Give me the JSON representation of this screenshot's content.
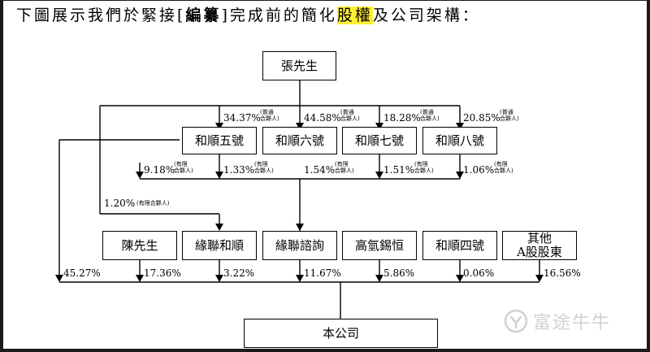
{
  "heading": {
    "part1": "下圖展示我們於緊接[",
    "part2": "編纂",
    "part3": "]完成前的簡化",
    "part4": "股權",
    "part5": "及公司架構："
  },
  "entities": {
    "top": "張先生",
    "lp5": "和順五號",
    "lp6": "和順六號",
    "lp7": "和順七號",
    "lp8": "和順八號",
    "chen": "陳先生",
    "lianhe": "緣聯和順",
    "zixun": "緣聯諮詢",
    "gaoqing": "高氫錫恒",
    "lp4": "和順四號",
    "others_line1": "其他",
    "others_line2": "A股股東",
    "company": "本公司"
  },
  "percents": {
    "gp5": "34.37%",
    "gp6": "44.58%",
    "gp7": "18.28%",
    "gp8": "20.85%",
    "lp_self": "9.18%",
    "lp5_mid": "1.33%",
    "lp6_mid": "1.54%",
    "lp7_mid": "1.51%",
    "lp8_mid": "1.06%",
    "lianhe_lp": "1.20%",
    "direct": "45.27%",
    "chen": "17.36%",
    "lianhe": "3.22%",
    "zixun": "11.67%",
    "gaoqing": "5.86%",
    "lp4": "0.06%",
    "others": "16.56%"
  },
  "notes": {
    "gp_line1": "(普通",
    "gp_line2": "合夥人)",
    "lp_line1": "(有限",
    "lp_line2": "合夥人)",
    "lp_inline": "(有限合夥人)"
  },
  "watermark": {
    "icon": "futu-bull-icon",
    "text": "富途牛牛"
  },
  "colors": {
    "line": "#000000",
    "highlight": "#ffee33",
    "watermark": "#c9c9c9"
  }
}
